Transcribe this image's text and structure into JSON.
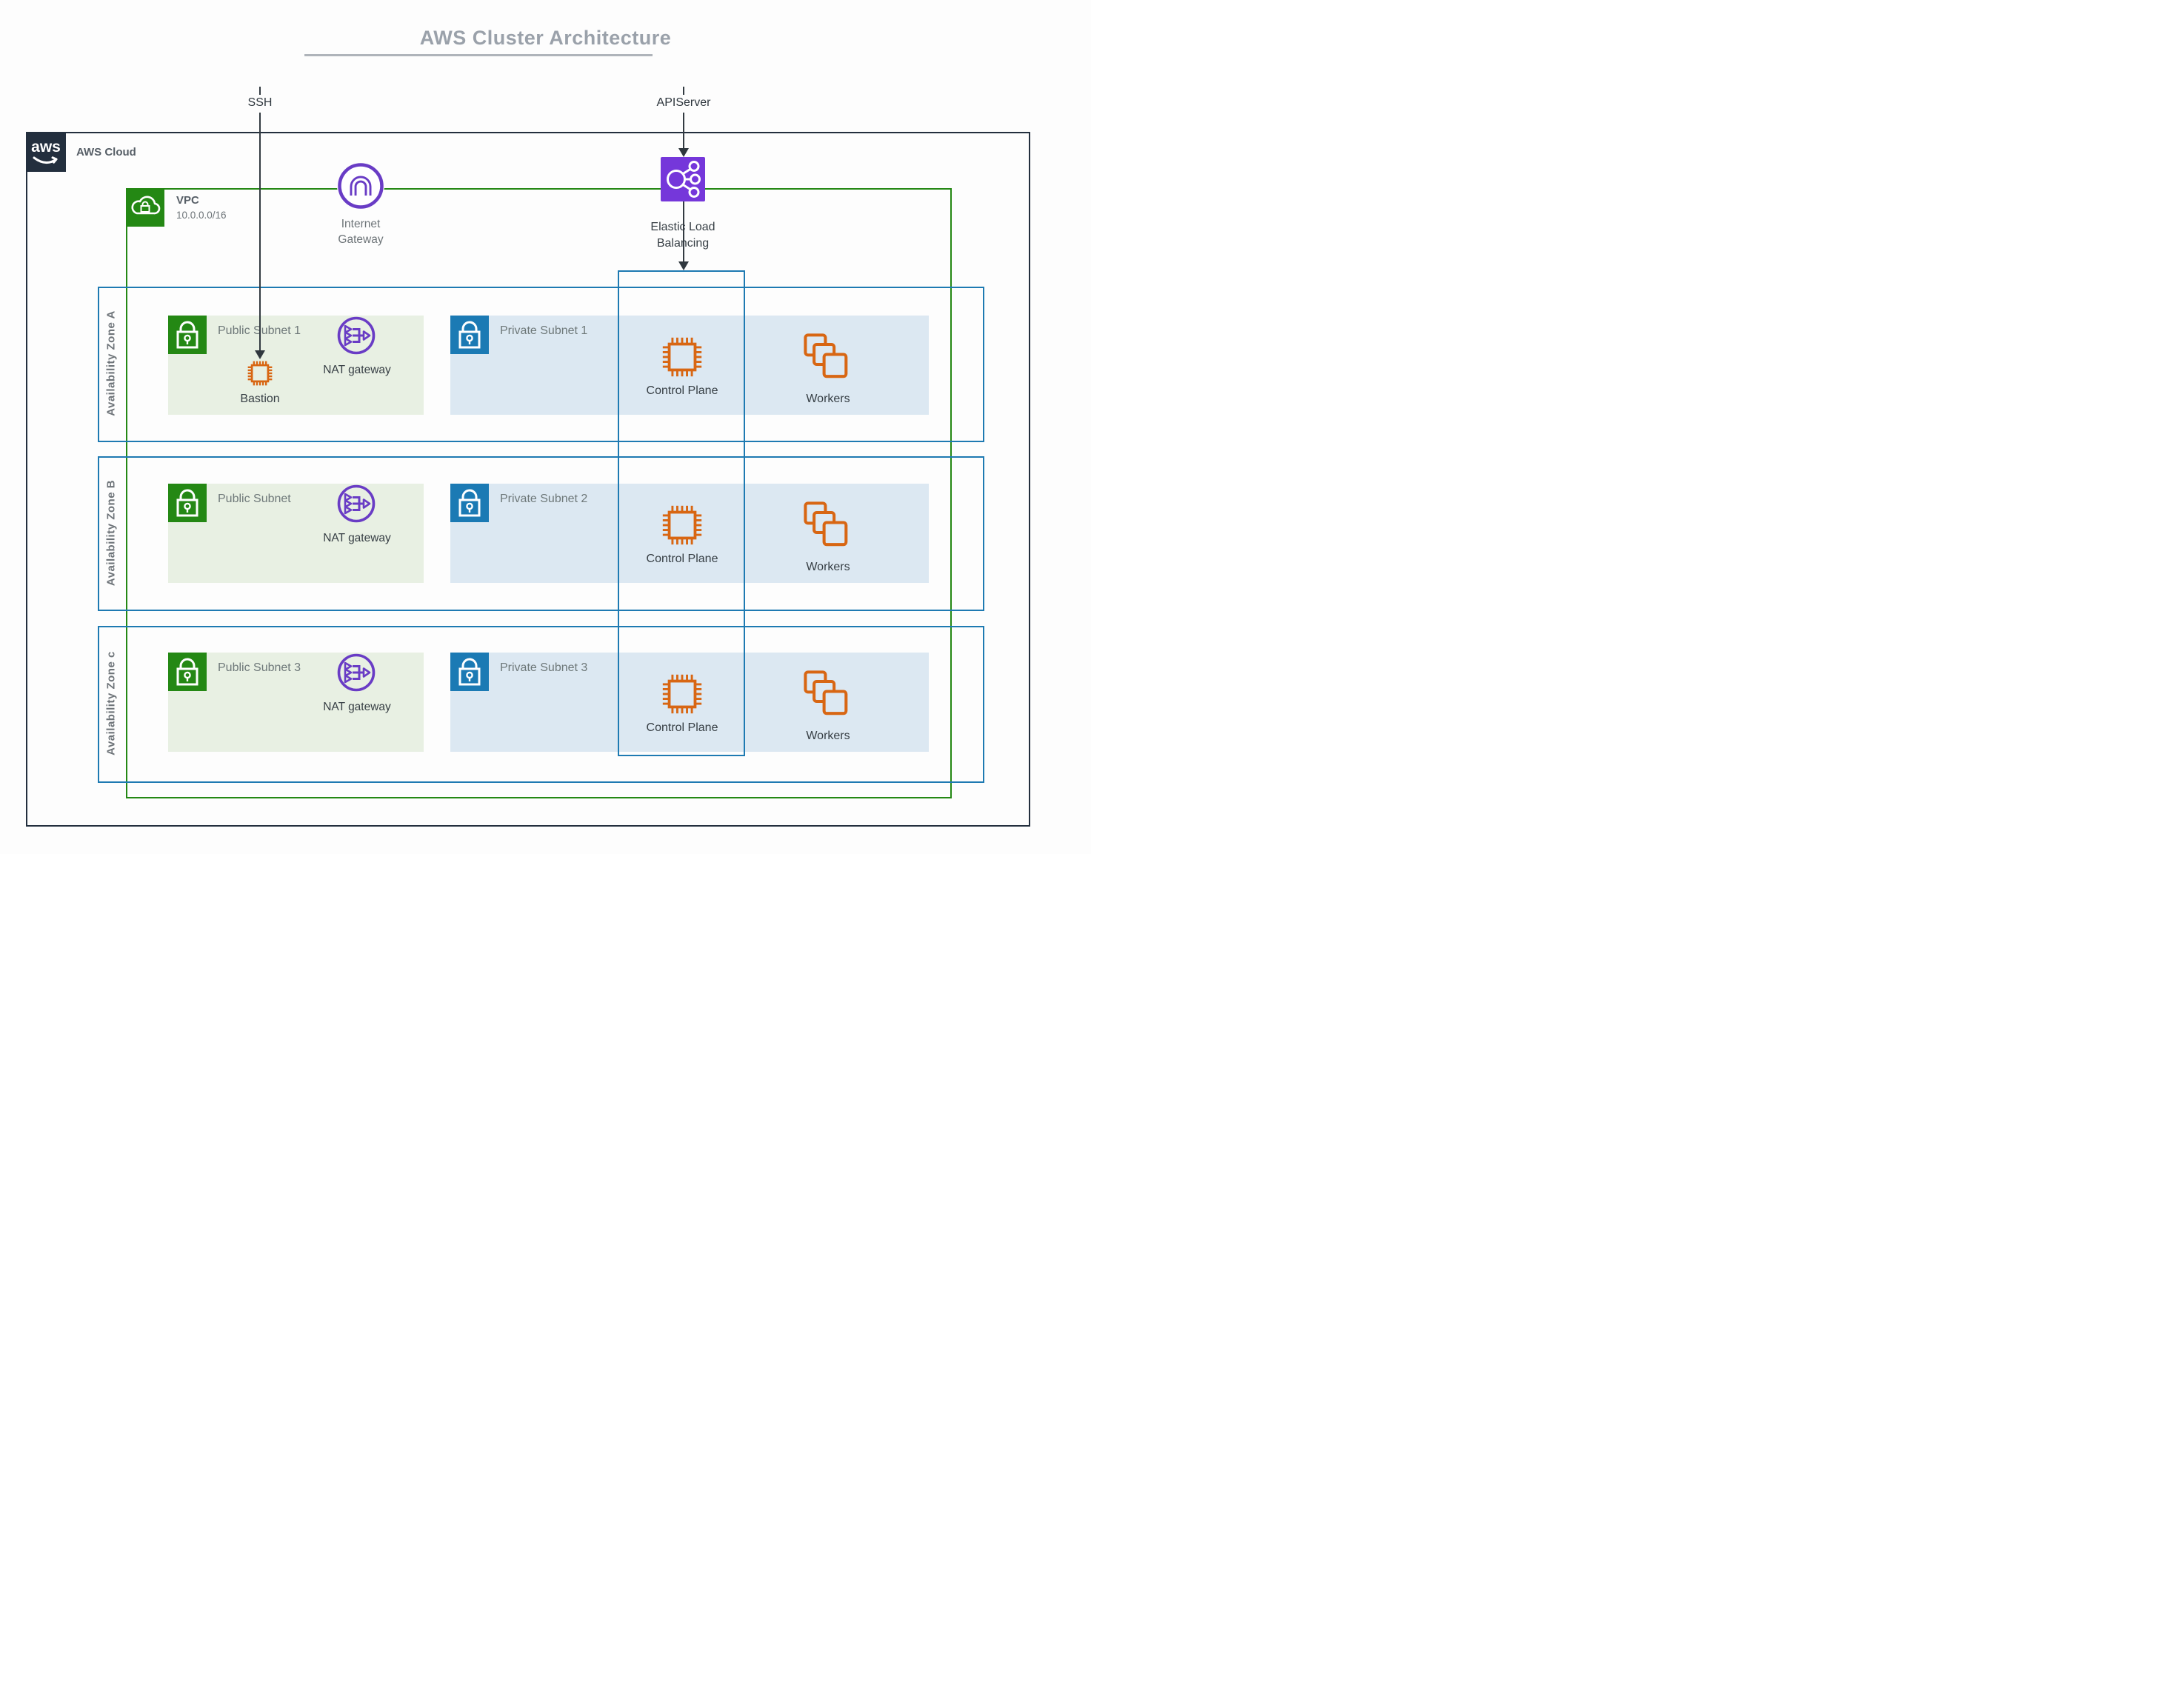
{
  "title": "AWS Cluster Architecture",
  "external": {
    "ssh": "SSH",
    "apiserver": "APIServer"
  },
  "cloud": {
    "label": "AWS Cloud",
    "logo": "aws"
  },
  "vpc": {
    "label": "VPC",
    "cidr": "10.0.0.0/16"
  },
  "internet_gateway": {
    "line1": "Internet",
    "line2": "Gateway"
  },
  "elb": {
    "line1": "Elastic Load",
    "line2": "Balancing"
  },
  "zones": [
    {
      "name": "Availability Zone A",
      "public_subnet": "Public Subnet 1",
      "private_subnet": "Private Subnet 1",
      "nat_gateway": "NAT gateway",
      "bastion": "Bastion",
      "control_plane": "Control Plane",
      "workers": "Workers"
    },
    {
      "name": "Availability Zone B",
      "public_subnet": "Public Subnet",
      "private_subnet": "Private Subnet 2",
      "nat_gateway": "NAT gateway",
      "control_plane": "Control Plane",
      "workers": "Workers"
    },
    {
      "name": "Availability Zone c",
      "public_subnet": "Public Subnet 3",
      "private_subnet": "Private Subnet 3",
      "nat_gateway": "NAT gateway",
      "control_plane": "Control Plane",
      "workers": "Workers"
    }
  ],
  "colors": {
    "navy": "#232F3E",
    "green": "#248814",
    "blue": "#1B7AB4",
    "purple": "#693CC5",
    "elb_fill": "#7537DA",
    "orange": "#D86613",
    "public_tint": "#E8F0E3",
    "private_tint": "#DCE8F2"
  }
}
